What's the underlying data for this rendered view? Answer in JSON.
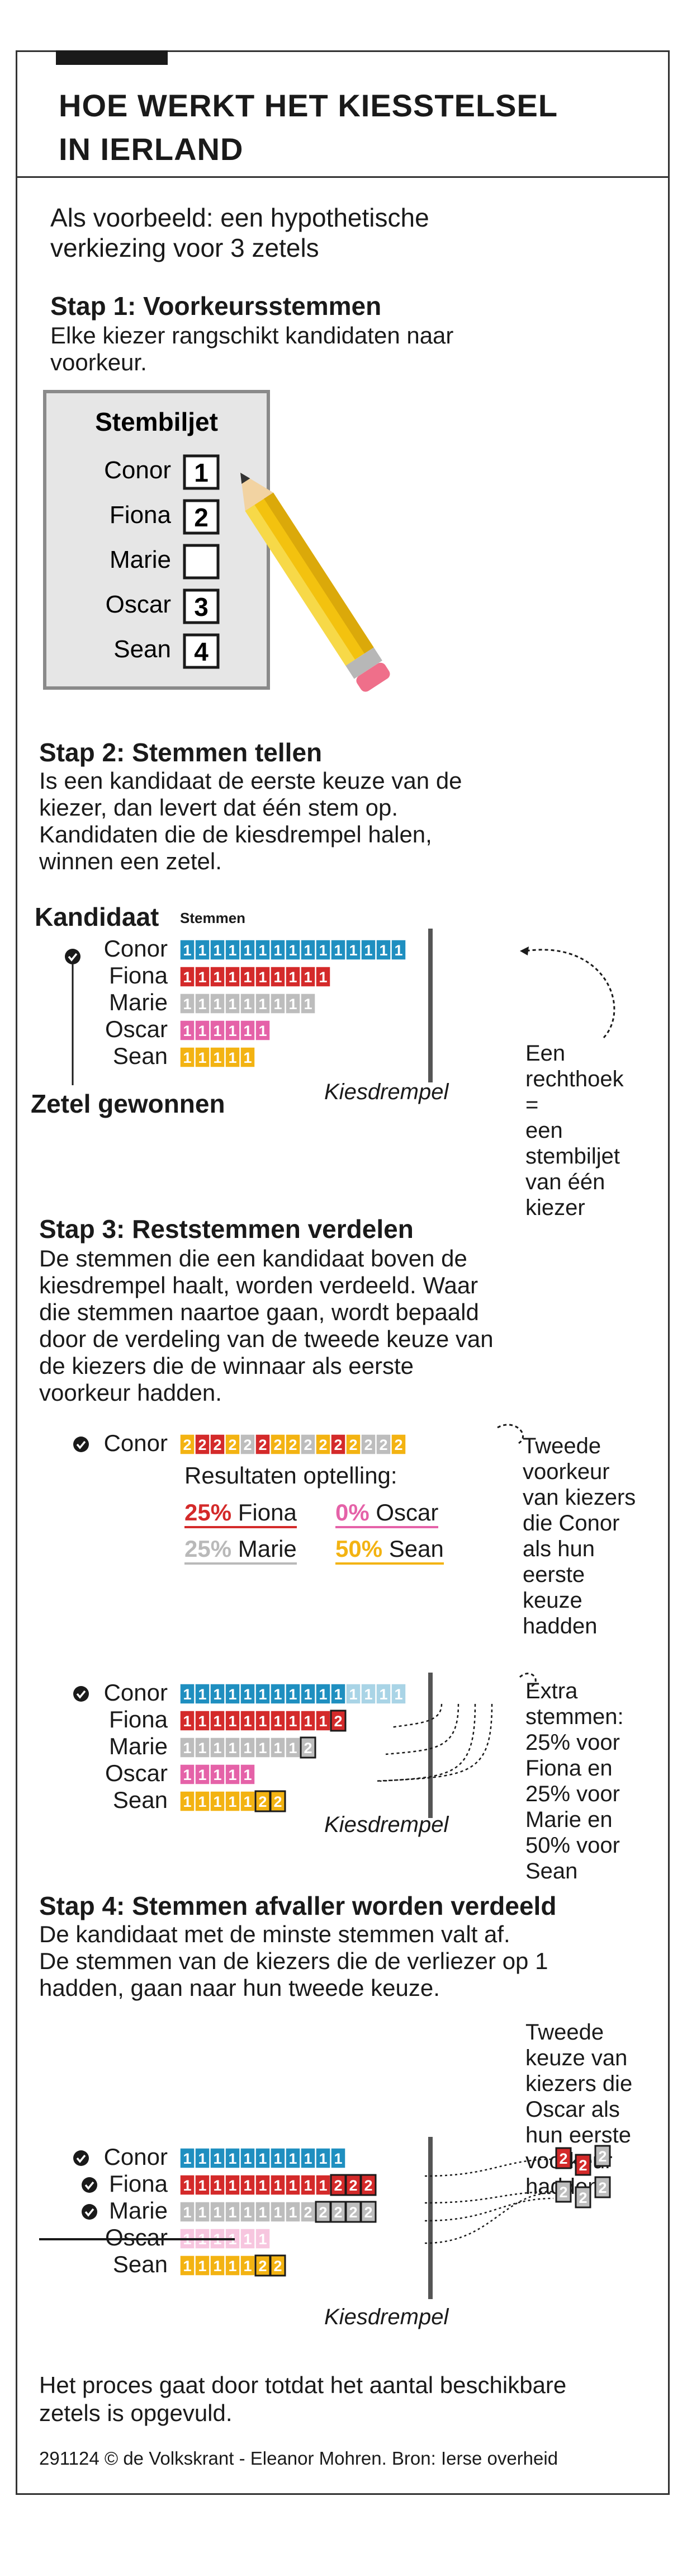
{
  "title": [
    "HOE WERKT HET KIESSTELSEL",
    "IN IERLAND"
  ],
  "intro": [
    "Als voorbeeld: een hypothetische",
    "verkiezing voor 3 zetels"
  ],
  "step1": {
    "heading": "Stap 1: Voorkeursstemmen",
    "text": [
      "Elke kiezer rangschikt kandidaten naar",
      "voorkeur."
    ],
    "ballot": {
      "title": "Stembiljet",
      "rows": [
        {
          "name": "Conor",
          "rank": "1"
        },
        {
          "name": "Fiona",
          "rank": "2"
        },
        {
          "name": "Marie",
          "rank": ""
        },
        {
          "name": "Oscar",
          "rank": "3"
        },
        {
          "name": "Sean",
          "rank": "4"
        }
      ]
    }
  },
  "step2": {
    "heading": "Stap 2: Stemmen tellen",
    "text": [
      "Is een kandidaat de eerste keuze van de",
      "kiezer, dan levert dat één stem op.",
      "Kandidaten die de kiesdrempel halen,",
      "winnen een zetel."
    ],
    "col_candidate": "Kandidaat",
    "col_votes": "Stemmen",
    "candidates": [
      "Conor",
      "Fiona",
      "Marie",
      "Oscar",
      "Sean"
    ],
    "seat_won_label": "Zetel gewonnen",
    "threshold_label": "Kiesdrempel",
    "annotation": [
      "Een",
      "rechthoek",
      "=",
      "een",
      "stembiljet",
      "van één",
      "kiezer"
    ]
  },
  "step3": {
    "heading": "Stap 3: Reststemmen verdelen",
    "text": [
      "De stemmen die een kandidaat boven de",
      "kiesdrempel haalt, worden verdeeld. Waar",
      "die stemmen naartoe gaan, wordt bepaald",
      "door de verdeling van de tweede keuze van",
      "de kiezers die de winnaar als eerste",
      "voorkeur hadden."
    ],
    "conor_label": "Conor",
    "results_title": "Resultaten optelling:",
    "results": [
      {
        "pct": "25%",
        "name": "Fiona",
        "color": "#d42a2a"
      },
      {
        "pct": "0%",
        "name": "Oscar",
        "color": "#e562a8"
      },
      {
        "pct": "25%",
        "name": "Marie",
        "color": "#b9b9b9"
      },
      {
        "pct": "50%",
        "name": "Sean",
        "color": "#f3b312"
      }
    ],
    "second_pref_note": [
      "Tweede",
      "voorkeur",
      "van kiezers",
      "die Conor",
      "als hun",
      "eerste",
      "keuze",
      "hadden"
    ],
    "candidates": [
      "Conor",
      "Fiona",
      "Marie",
      "Oscar",
      "Sean"
    ],
    "threshold_label": "Kiesdrempel",
    "extra_note": [
      "Extra",
      "stemmen:",
      "25% voor",
      "Fiona en",
      "25% voor",
      "Marie en",
      "50% voor",
      "Sean"
    ]
  },
  "step4": {
    "heading": "Stap 4: Stemmen afvaller worden verdeeld",
    "text": [
      "De kandidaat met de minste stemmen valt af.",
      "De stemmen van de kiezers die de verliezer op 1",
      "hadden, gaan naar hun tweede keuze."
    ],
    "note": [
      "Tweede",
      "keuze van",
      "kiezers die",
      "Oscar als",
      "hun eerste",
      "voorkeur",
      "hadden"
    ],
    "candidates": [
      "Conor",
      "Fiona",
      "Marie",
      "Oscar",
      "Sean"
    ],
    "threshold_label": "Kiesdrempel"
  },
  "closing": [
    "Het proces gaat door totdat het aantal beschikbare",
    "zetels is opgevuld."
  ],
  "footer": "291124 © de Volkskrant - Eleanor Mohren. Bron: Ierse overheid",
  "colors": {
    "conor": "#1f8fc0",
    "conor_light": "#a9d4e6",
    "fiona": "#d42a2a",
    "marie": "#bdbdbd",
    "oscar": "#e562a8",
    "sean": "#f3b312",
    "threshold": "#555555",
    "text": "#1a1a1a"
  }
}
